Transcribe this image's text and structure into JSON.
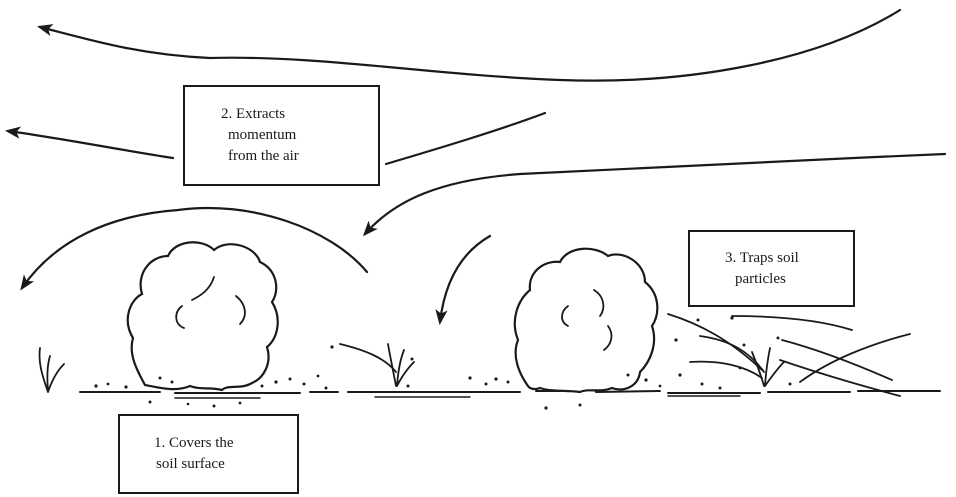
{
  "diagram": {
    "labels": {
      "momentum": {
        "line1": "2. Extracts",
        "line2": "momentum",
        "line3": "from the air"
      },
      "traps": {
        "line1": "3. Traps soil",
        "line2": "particles"
      },
      "covers": {
        "line1": "1. Covers the",
        "line2": "soil surface"
      }
    },
    "colors": {
      "ink": "#1a1a1a",
      "background": "#ffffff"
    }
  }
}
